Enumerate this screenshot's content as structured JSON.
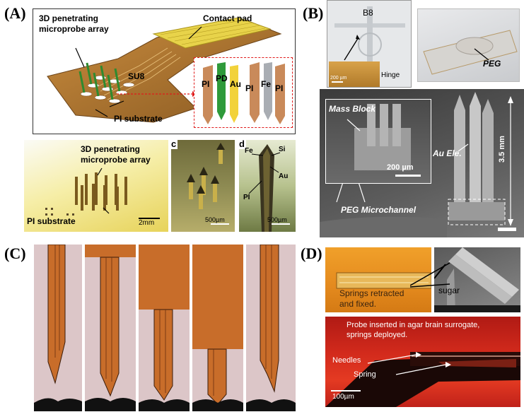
{
  "panels": {
    "A": {
      "label": "(A)",
      "top": {
        "array_label_1": "3D penetrating",
        "array_label_2": "microprobe array",
        "contact_pad": "Contact pad",
        "su8": "SU8",
        "pi_substrate": "PI substrate",
        "layers": [
          "PI",
          "PD",
          "Au",
          "PI",
          "Fe",
          "PI"
        ]
      },
      "bottom": {
        "array_label_1": "3D penetrating",
        "array_label_2": "microprobe array",
        "pi_substrate": "PI substrate",
        "scale_b": "2mm",
        "sub_c": "c",
        "scale_c": "500µm",
        "sub_d": "d",
        "fe": "Fe",
        "si": "Si",
        "au": "Au",
        "pi": "PI",
        "scale_d": "500µm"
      }
    },
    "B": {
      "label": "(B)",
      "photo1_text": "B8",
      "scale_1": "200 µm",
      "hinge": "Hinge",
      "peg": "PEG",
      "mass_block": "Mass Block",
      "scale_inset": "200 µm",
      "au_ele": "Au Ele.",
      "length": "3.5 mm",
      "peg_channel": "PEG Microchannel"
    },
    "C": {
      "label": "(C)"
    },
    "D": {
      "label": "(D)",
      "springs_1": "Springs retracted",
      "springs_2": "and fixed.",
      "sugar": "sugar",
      "probe_1": "Probe inserted in agar brain surrogate,",
      "probe_2": "springs deployed.",
      "needles": "Needles",
      "spring": "Spring",
      "scale": "100µm"
    }
  }
}
